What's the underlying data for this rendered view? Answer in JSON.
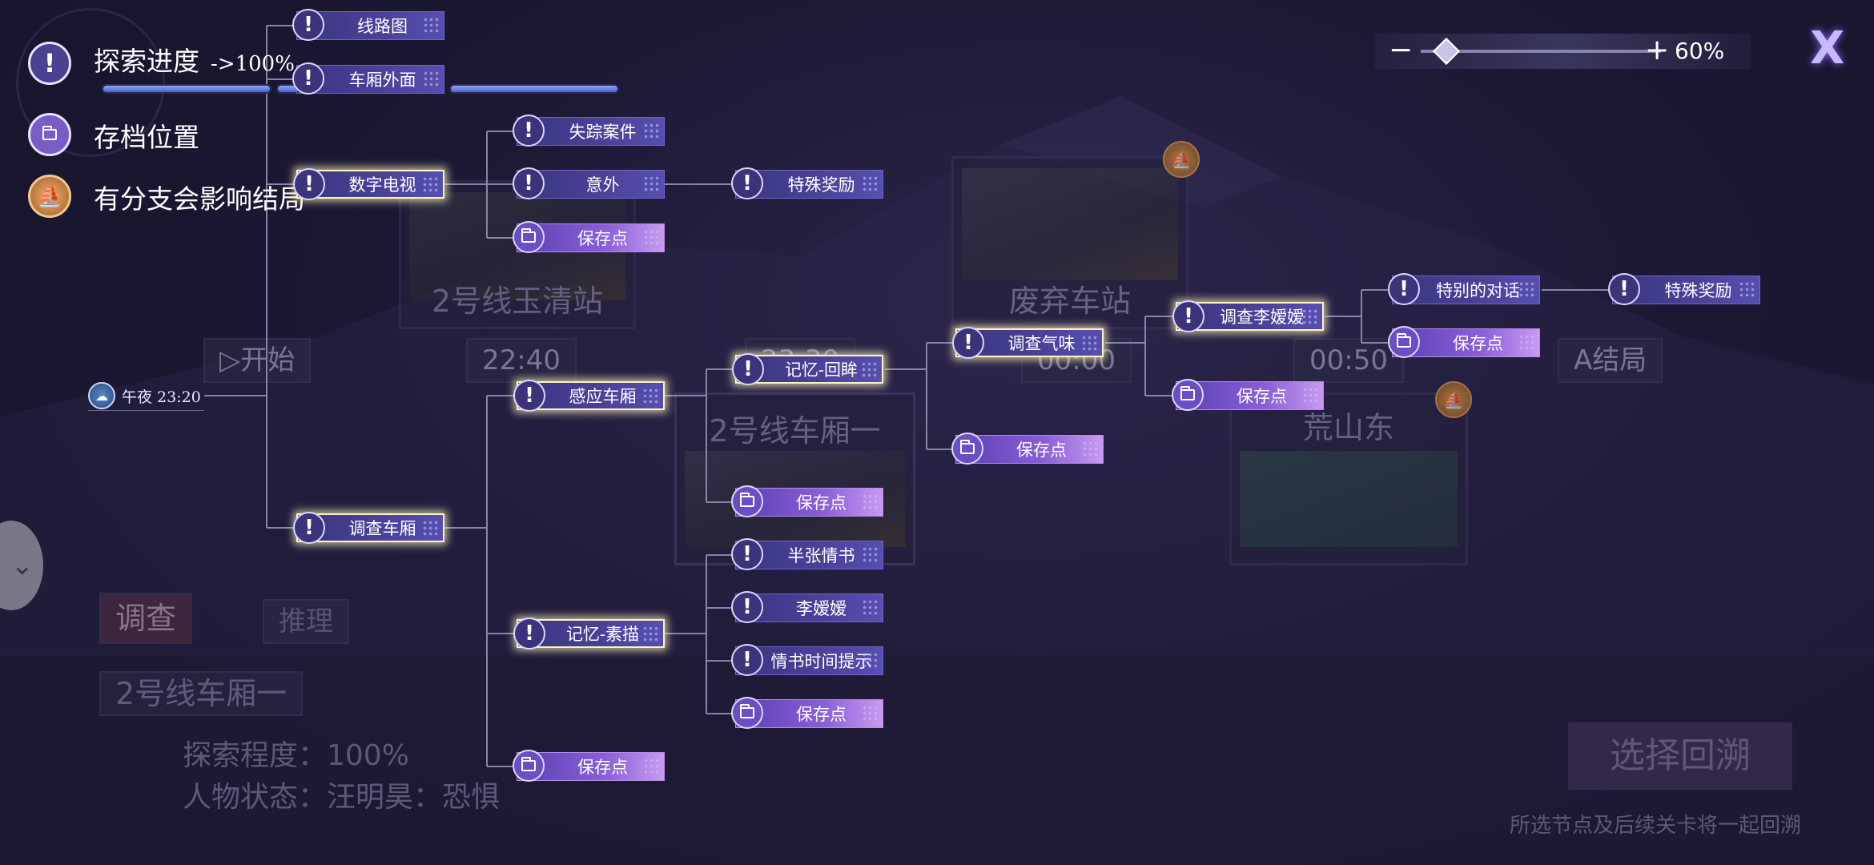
{
  "legend": {
    "progress_label": "探索进度",
    "progress_value": "->100%",
    "save_label": "存档位置",
    "branch_label": "有分支会影响结局"
  },
  "zoom": {
    "minus": "−",
    "plus": "+",
    "value": "60%",
    "level": 0.1
  },
  "close": "X",
  "start": {
    "time": "午夜 23:20"
  },
  "nodes": [
    {
      "id": "n1",
      "label": "线路图",
      "type": "clue"
    },
    {
      "id": "n2",
      "label": "车厢外面",
      "type": "clue"
    },
    {
      "id": "n3",
      "label": "数字电视",
      "type": "clue",
      "selected": true
    },
    {
      "id": "n4",
      "label": "失踪案件",
      "type": "clue"
    },
    {
      "id": "n5",
      "label": "意外",
      "type": "clue"
    },
    {
      "id": "n6",
      "label": "保存点",
      "type": "save"
    },
    {
      "id": "n7",
      "label": "特殊奖励",
      "type": "clue"
    },
    {
      "id": "n8",
      "label": "调查车厢",
      "type": "clue",
      "selected": true
    },
    {
      "id": "n9",
      "label": "感应车厢",
      "type": "clue",
      "selected": true
    },
    {
      "id": "n10",
      "label": "记忆-素描",
      "type": "clue",
      "selected": true
    },
    {
      "id": "n11",
      "label": "保存点",
      "type": "save"
    },
    {
      "id": "n12",
      "label": "记忆-回眸",
      "type": "clue",
      "selected": true
    },
    {
      "id": "n13",
      "label": "保存点",
      "type": "save"
    },
    {
      "id": "n14",
      "label": "半张情书",
      "type": "clue"
    },
    {
      "id": "n15",
      "label": "李嫒嫒",
      "type": "clue"
    },
    {
      "id": "n16",
      "label": "情书时间提示",
      "type": "clue"
    },
    {
      "id": "n17",
      "label": "保存点",
      "type": "save"
    },
    {
      "id": "n18",
      "label": "调查气味",
      "type": "clue",
      "selected": true
    },
    {
      "id": "n19",
      "label": "保存点",
      "type": "save"
    },
    {
      "id": "n20",
      "label": "调查李嫒嫒",
      "type": "clue",
      "selected": true
    },
    {
      "id": "n21",
      "label": "保存点",
      "type": "save"
    },
    {
      "id": "n22",
      "label": "特别的对话",
      "type": "clue"
    },
    {
      "id": "n23",
      "label": "保存点",
      "type": "save"
    },
    {
      "id": "n24",
      "label": "特殊奖励",
      "type": "clue"
    }
  ],
  "background": {
    "station1": "2号线玉清站",
    "station2": "废弃车站",
    "carriage": "2号线车厢一",
    "station3": "荒山东",
    "start_btn": "开始",
    "time1": "22:40",
    "time2": "23:30",
    "time3": "00:00",
    "time4": "00:50",
    "ending": "A结局",
    "tab_investigate": "调查",
    "tab_reason": "推理",
    "location": "2号线车厢一",
    "explore_degree": "探索程度：100%",
    "character_state": "人物状态：汪明昊：恐惧",
    "select_btn": "选择回溯",
    "note": "所选节点及后续关卡将一起回溯"
  }
}
